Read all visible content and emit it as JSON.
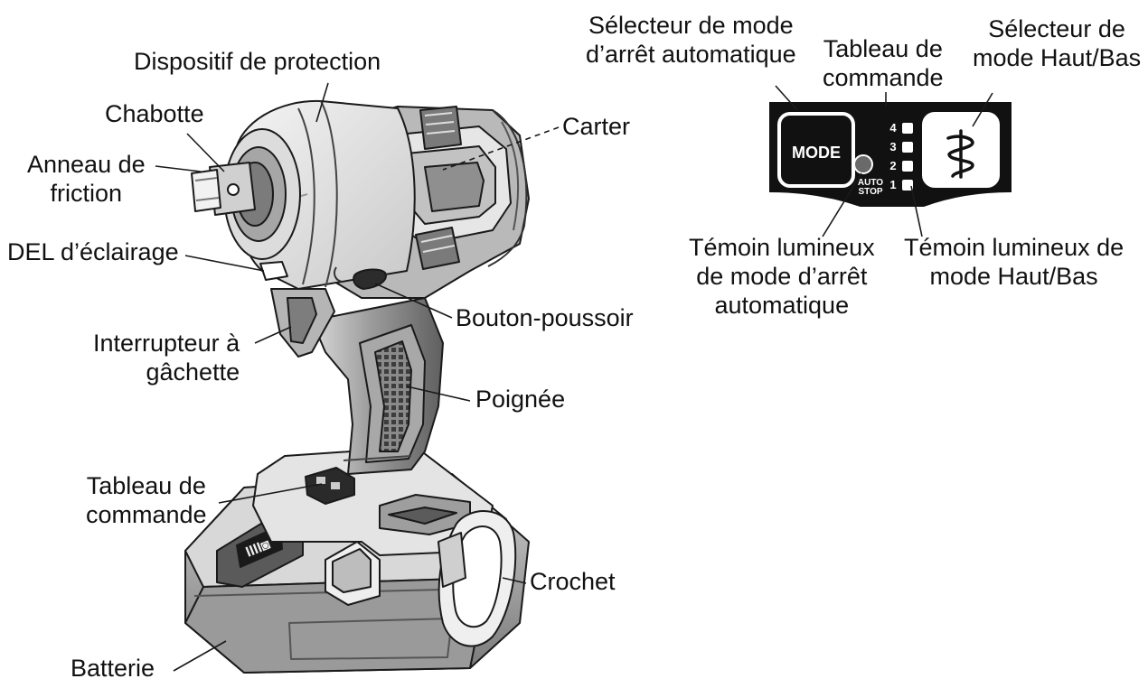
{
  "labels": {
    "dispositif_protection": "Dispositif de protection",
    "chabotte": "Chabotte",
    "anneau_friction": "Anneau de\nfriction",
    "carter": "Carter",
    "del_eclairage": "DEL d’éclairage",
    "bouton_poussoir": "Bouton-poussoir",
    "interrupteur_gachette": "Interrupteur à\ngâchette",
    "poignee": "Poignée",
    "tableau_commande_outil": "Tableau de\ncommande",
    "crochet": "Crochet",
    "batterie": "Batterie",
    "selecteur_arret_auto": "Sélecteur de mode\nd’arrêt automatique",
    "tableau_commande_panneau": "Tableau de\ncommande",
    "selecteur_haut_bas": "Sélecteur de\nmode Haut/Bas",
    "temoin_arret_auto": "Témoin lumineux\nde mode d’arrêt\nautomatique",
    "temoin_haut_bas": "Témoin lumineux de\nmode Haut/Bas"
  },
  "panel": {
    "mode_button": "MODE",
    "auto_stop": "AUTO\nSTOP",
    "levels": [
      "4",
      "3",
      "2",
      "1"
    ]
  },
  "colors": {
    "outline": "#1a1a1a",
    "body_light": "#ececec",
    "body_mid": "#bdbdbd",
    "body_dark": "#6e6e6e",
    "panel_black": "#111111"
  }
}
